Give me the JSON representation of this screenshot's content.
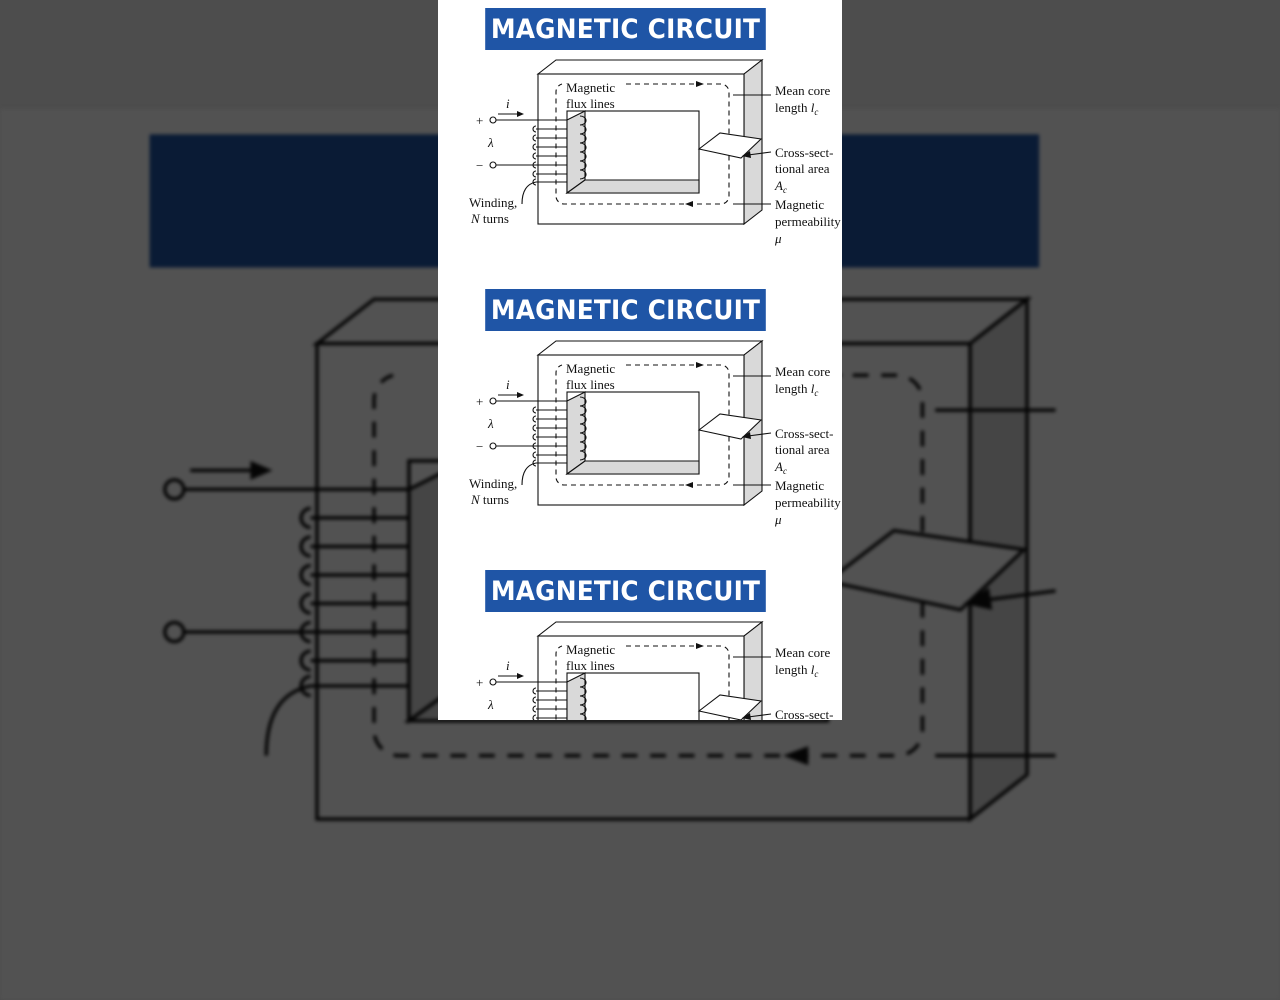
{
  "title": "MAGNETIC CIRCUIT",
  "colors": {
    "banner": "#1f55a6",
    "core_shade": "#d9d9d9",
    "background": "#4d4d4d"
  },
  "diagram": {
    "flux_label_1": "Magnetic",
    "flux_label_2": "flux lines",
    "current_symbol": "i",
    "plus": "+",
    "minus": "−",
    "flux_linkage_symbol": "λ",
    "winding_1": "Winding,",
    "winding_2_symbol": "N",
    "winding_2_text": " turns",
    "mean_core_1": "Mean core",
    "mean_core_2": "length ",
    "mean_core_symbol": "l",
    "mean_core_sub": "c",
    "cross_1": "Cross-sect-",
    "cross_2": "tional area",
    "cross_symbol": "A",
    "cross_sub": "c",
    "perm_1": "Magnetic",
    "perm_2": "permeability",
    "perm_symbol": "μ"
  }
}
